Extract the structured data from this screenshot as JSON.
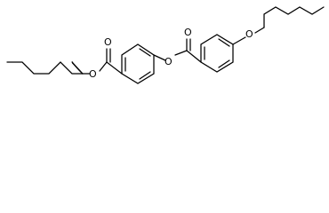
{
  "molecule": {
    "atom_labels": {
      "o1": "O",
      "o2": "O",
      "o3": "O",
      "o4": "O",
      "o5": "O"
    }
  },
  "colors": {
    "bond": "#000000",
    "background": "#ffffff"
  }
}
